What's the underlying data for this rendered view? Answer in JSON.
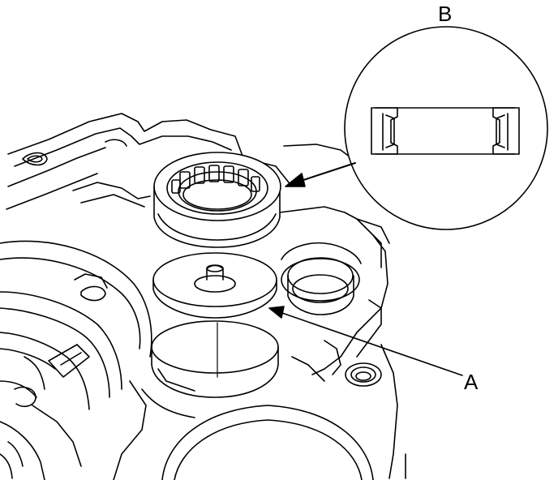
{
  "callouts": {
    "a": "A",
    "b": "B"
  },
  "parts": {
    "a_icon": "thrust-washer",
    "b_icon": "roller-bearing-cross-section-detail"
  },
  "colors": {
    "line": "#000000",
    "background": "#ffffff"
  }
}
